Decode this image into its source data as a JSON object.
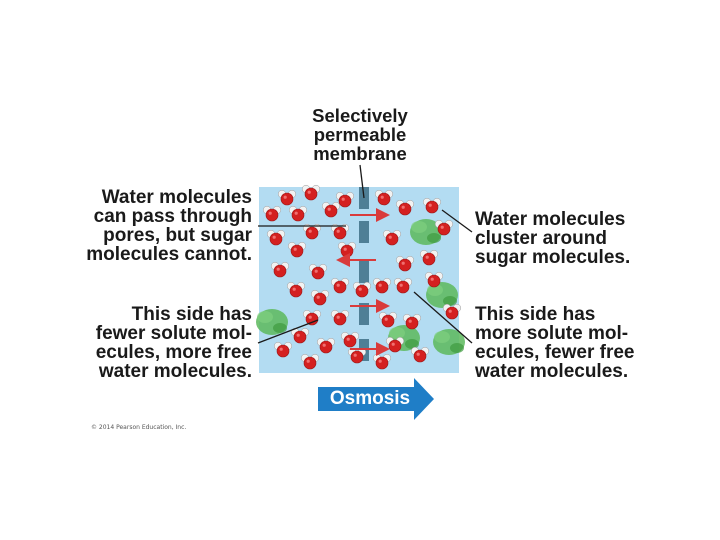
{
  "labels": {
    "membrane": "Selectively\npermeable\nmembrane",
    "pass_through": "Water molecules\ncan pass through\npores, but sugar\nmolecules cannot.",
    "side_left": "This side has\nfewer solute mol-\necules, more free\nwater molecules.",
    "cluster": "Water molecules\ncluster around\nsugar molecules.",
    "side_right": "This side has\nmore solute mol-\necules, fewer free\nwater molecules.",
    "osmosis": "Osmosis"
  },
  "copyright": "© 2014 Pearson Education, Inc.",
  "colors": {
    "solution": "#b3dcf2",
    "membrane": "#4f7f96",
    "oxygen": "#d42020",
    "hydrogen": "#f2f2f2",
    "sugar": "#5cb85c",
    "arrow": "#d93b3b",
    "osmosis_arrow": "#1f7ec7",
    "leader_line": "#1a1a1a"
  },
  "icons": {
    "water": "water-molecule-icon",
    "sugar": "sugar-molecule-icon",
    "flow_arrow": "flow-arrow-icon",
    "osmosis_arrow": "osmosis-arrow-icon"
  }
}
